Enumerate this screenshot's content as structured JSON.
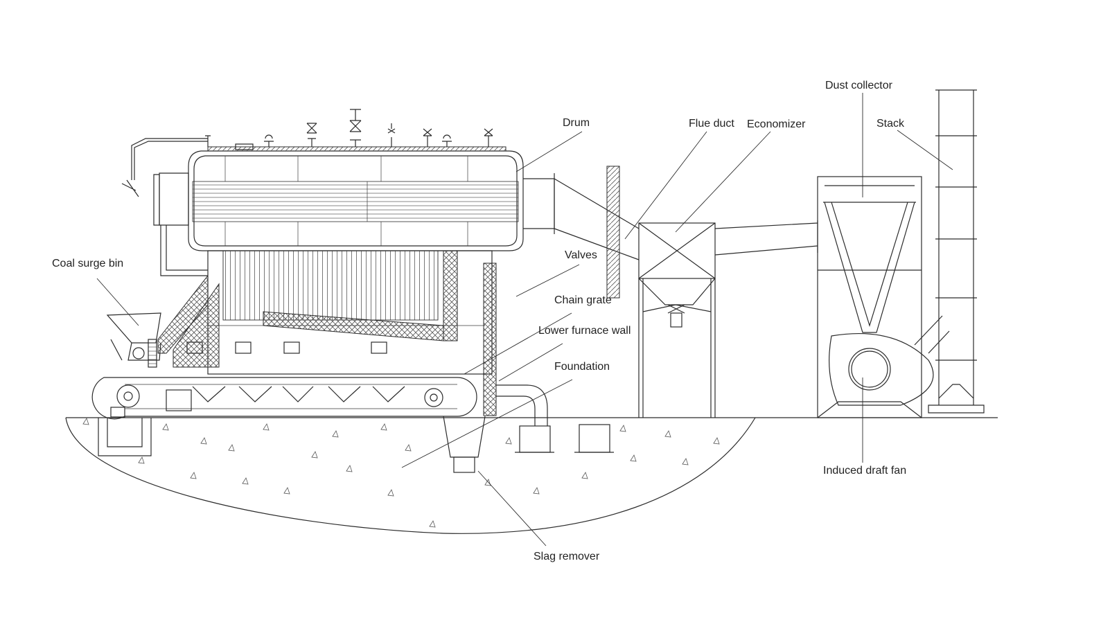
{
  "labels": {
    "drum": "Drum",
    "flue_duct": "Flue duct",
    "economizer": "Economizer",
    "dust_collector": "Dust collector",
    "stack": "Stack",
    "valves": "Valves",
    "chain_grate": "Chain grate",
    "lower_furnace_wall": "Lower furnace wall",
    "foundation": "Foundation",
    "coal_surge_bin": "Coal surge bin",
    "induced_draft_fan": "Induced draft fan",
    "slag_remover": "Slag remover"
  },
  "colors": {
    "line": "#2b2b2b",
    "text": "#222222",
    "background": "#ffffff"
  }
}
